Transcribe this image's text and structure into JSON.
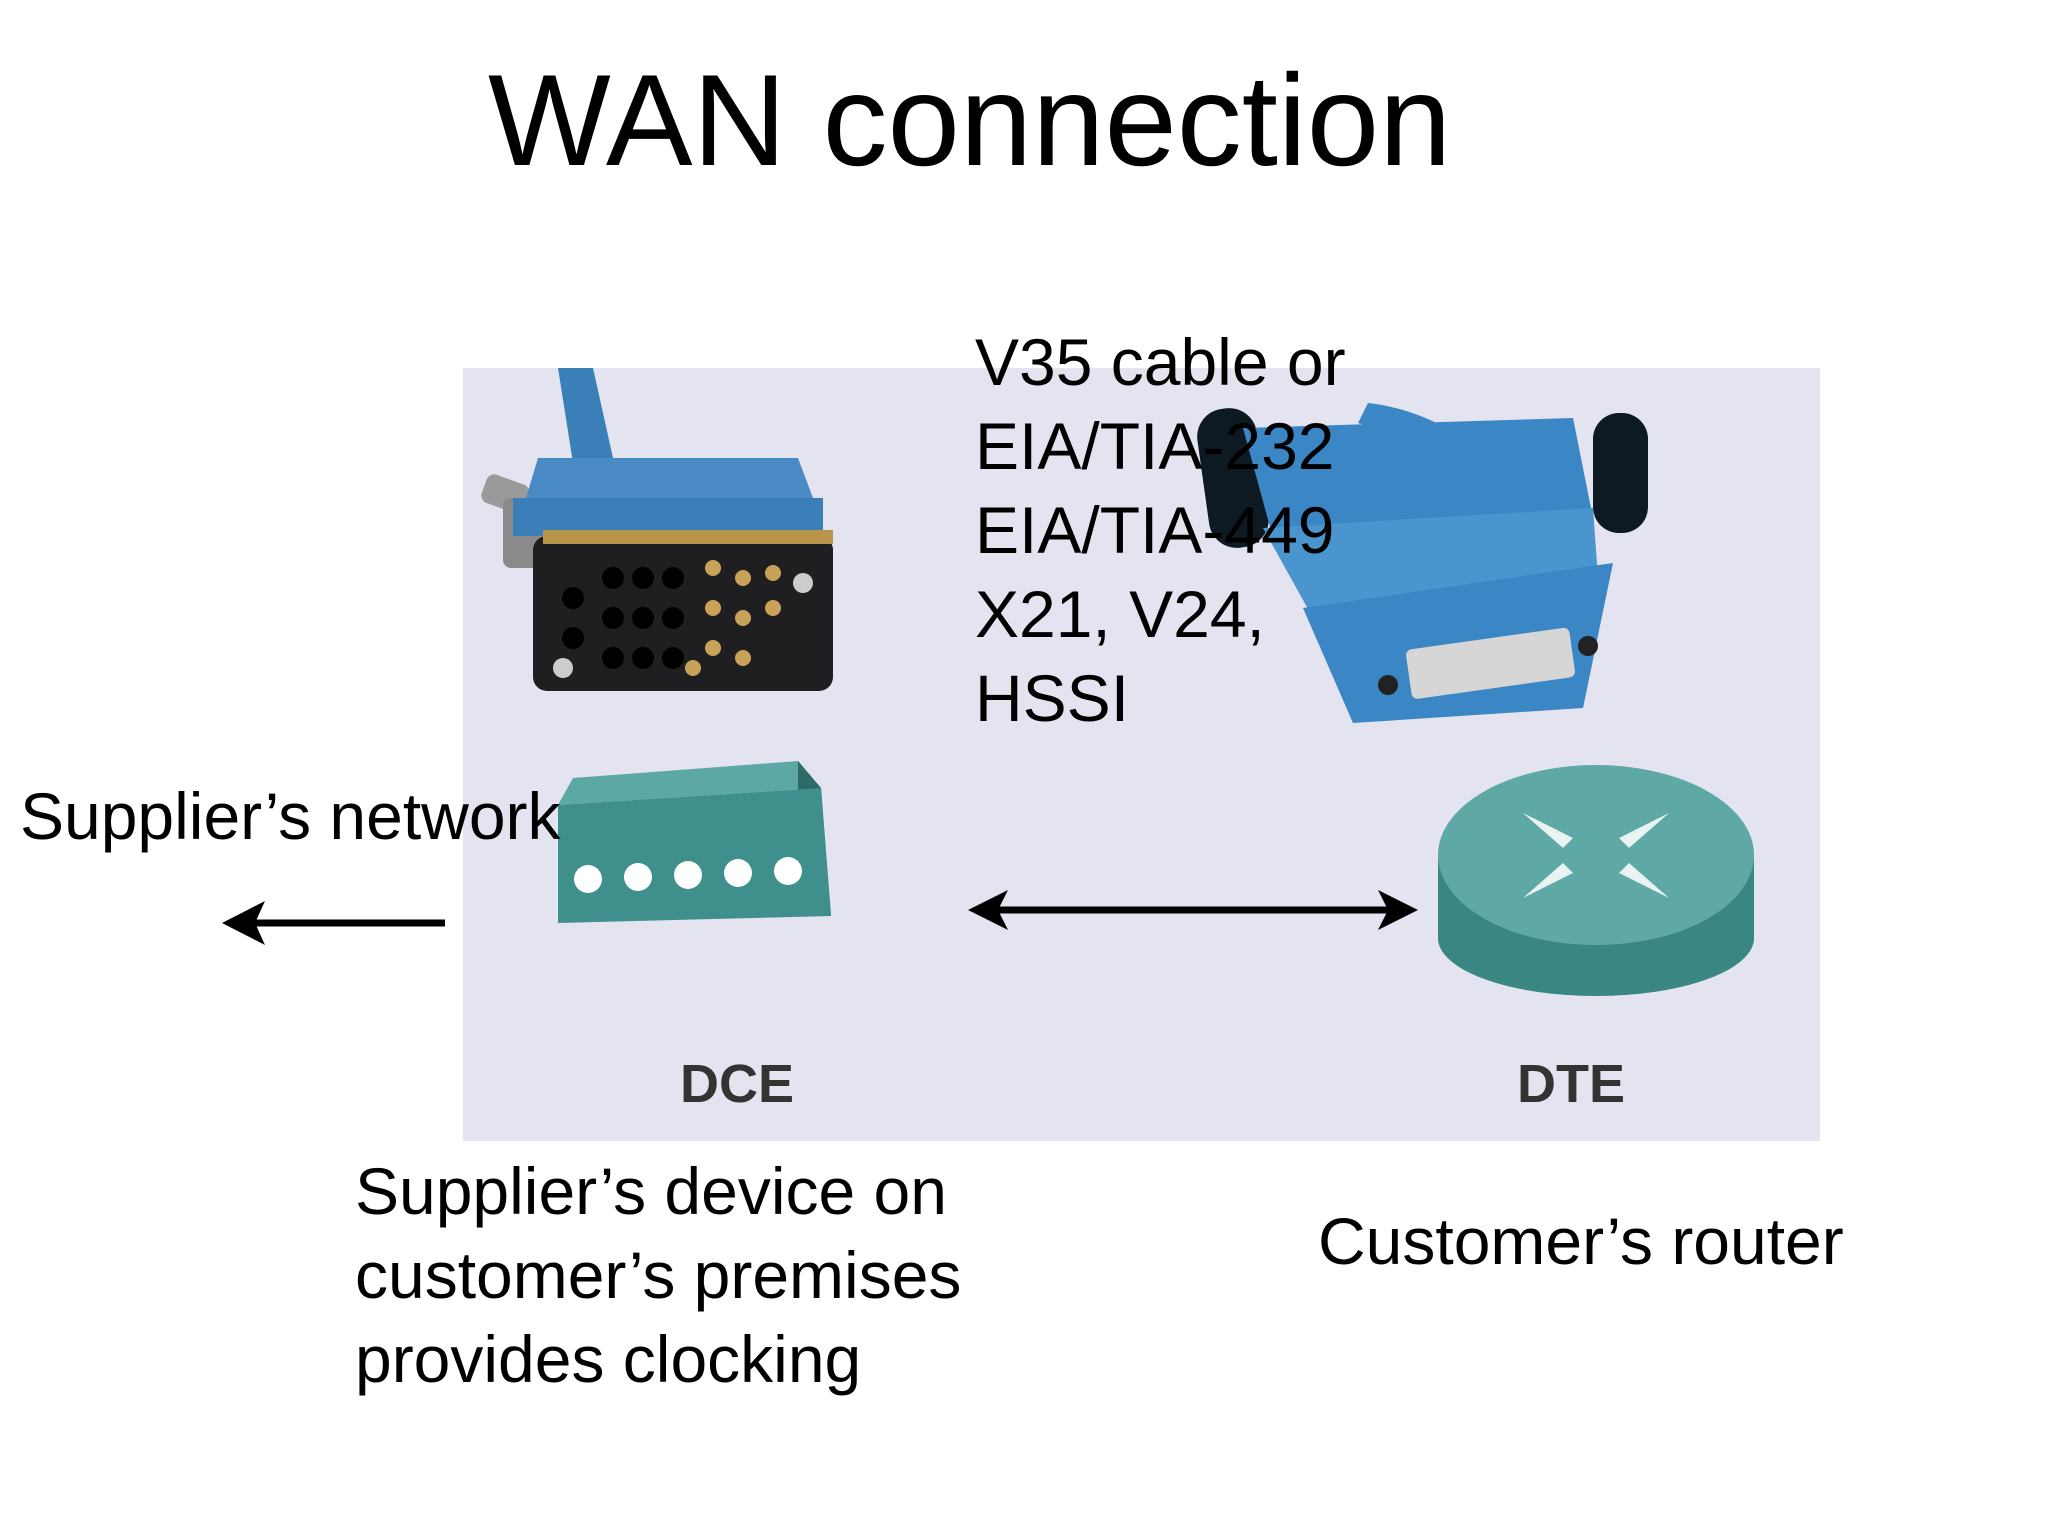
{
  "title": "WAN connection",
  "cable_types": [
    "V35 cable or",
    "EIA/TIA-232",
    "EIA/TIA-449",
    "X21, V24,",
    "HSSI"
  ],
  "labels": {
    "supplier_network": "Supplier’s network",
    "dce": "DCE",
    "dte": "DTE",
    "supplier_device": [
      "Supplier’s device on",
      "customer’s premises",
      "provides clocking"
    ],
    "customer_router": "Customer’s router"
  },
  "colors": {
    "panel": "#e3e4ef",
    "cable_blue": "#3b86c4",
    "device_teal": "#3f8f8c"
  }
}
